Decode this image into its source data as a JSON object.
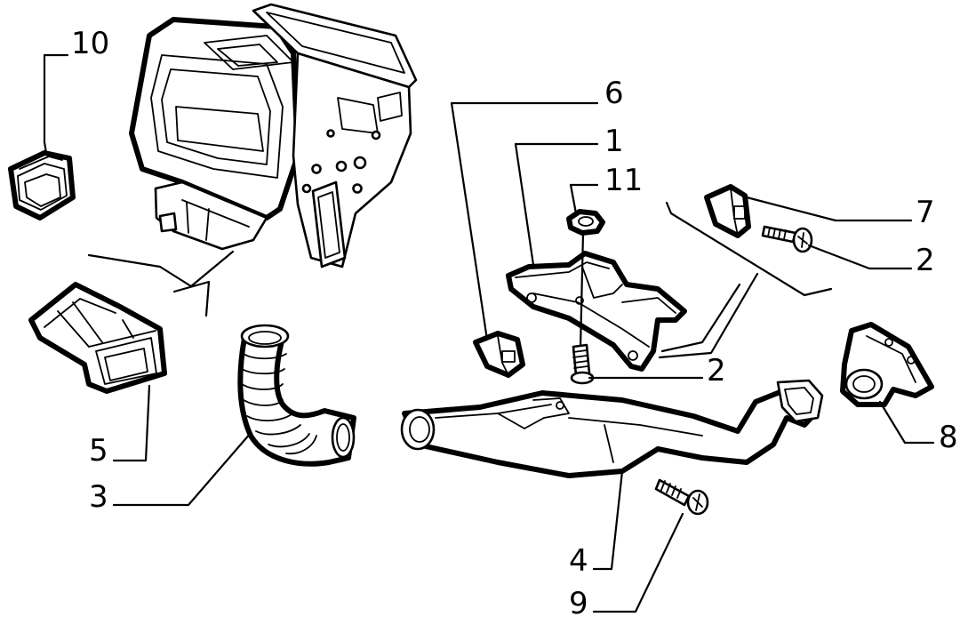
{
  "callouts": {
    "c10": "10",
    "c6": "6",
    "c1": "1",
    "c11": "11",
    "c7": "7",
    "c2a": "2",
    "c2b": "2",
    "c5": "5",
    "c3": "3",
    "c8": "8",
    "c4": "4",
    "c9": "9"
  },
  "colors": {
    "line": "#000000",
    "background": "#ffffff"
  }
}
